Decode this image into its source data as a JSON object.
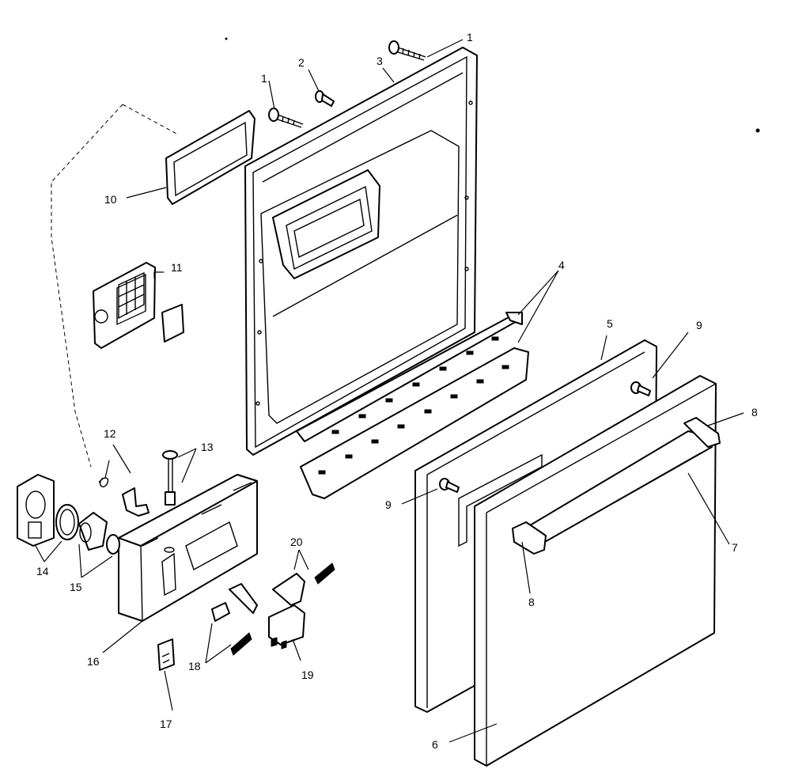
{
  "callouts": [
    {
      "id": "1a",
      "text": "1"
    },
    {
      "id": "1b",
      "text": "1"
    },
    {
      "id": "2",
      "text": "2"
    },
    {
      "id": "3",
      "text": "3"
    },
    {
      "id": "4",
      "text": "4"
    },
    {
      "id": "5",
      "text": "5"
    },
    {
      "id": "6",
      "text": "6"
    },
    {
      "id": "7",
      "text": "7"
    },
    {
      "id": "8a",
      "text": "8"
    },
    {
      "id": "8b",
      "text": "8"
    },
    {
      "id": "9a",
      "text": "9"
    },
    {
      "id": "9b",
      "text": "9"
    },
    {
      "id": "10",
      "text": "10"
    },
    {
      "id": "11",
      "text": "11"
    },
    {
      "id": "12",
      "text": "12"
    },
    {
      "id": "13",
      "text": "13"
    },
    {
      "id": "14",
      "text": "14"
    },
    {
      "id": "15",
      "text": "15"
    },
    {
      "id": "16",
      "text": "16"
    },
    {
      "id": "17",
      "text": "17"
    },
    {
      "id": "18",
      "text": "18"
    },
    {
      "id": "19",
      "text": "19"
    },
    {
      "id": "20",
      "text": "20"
    }
  ]
}
